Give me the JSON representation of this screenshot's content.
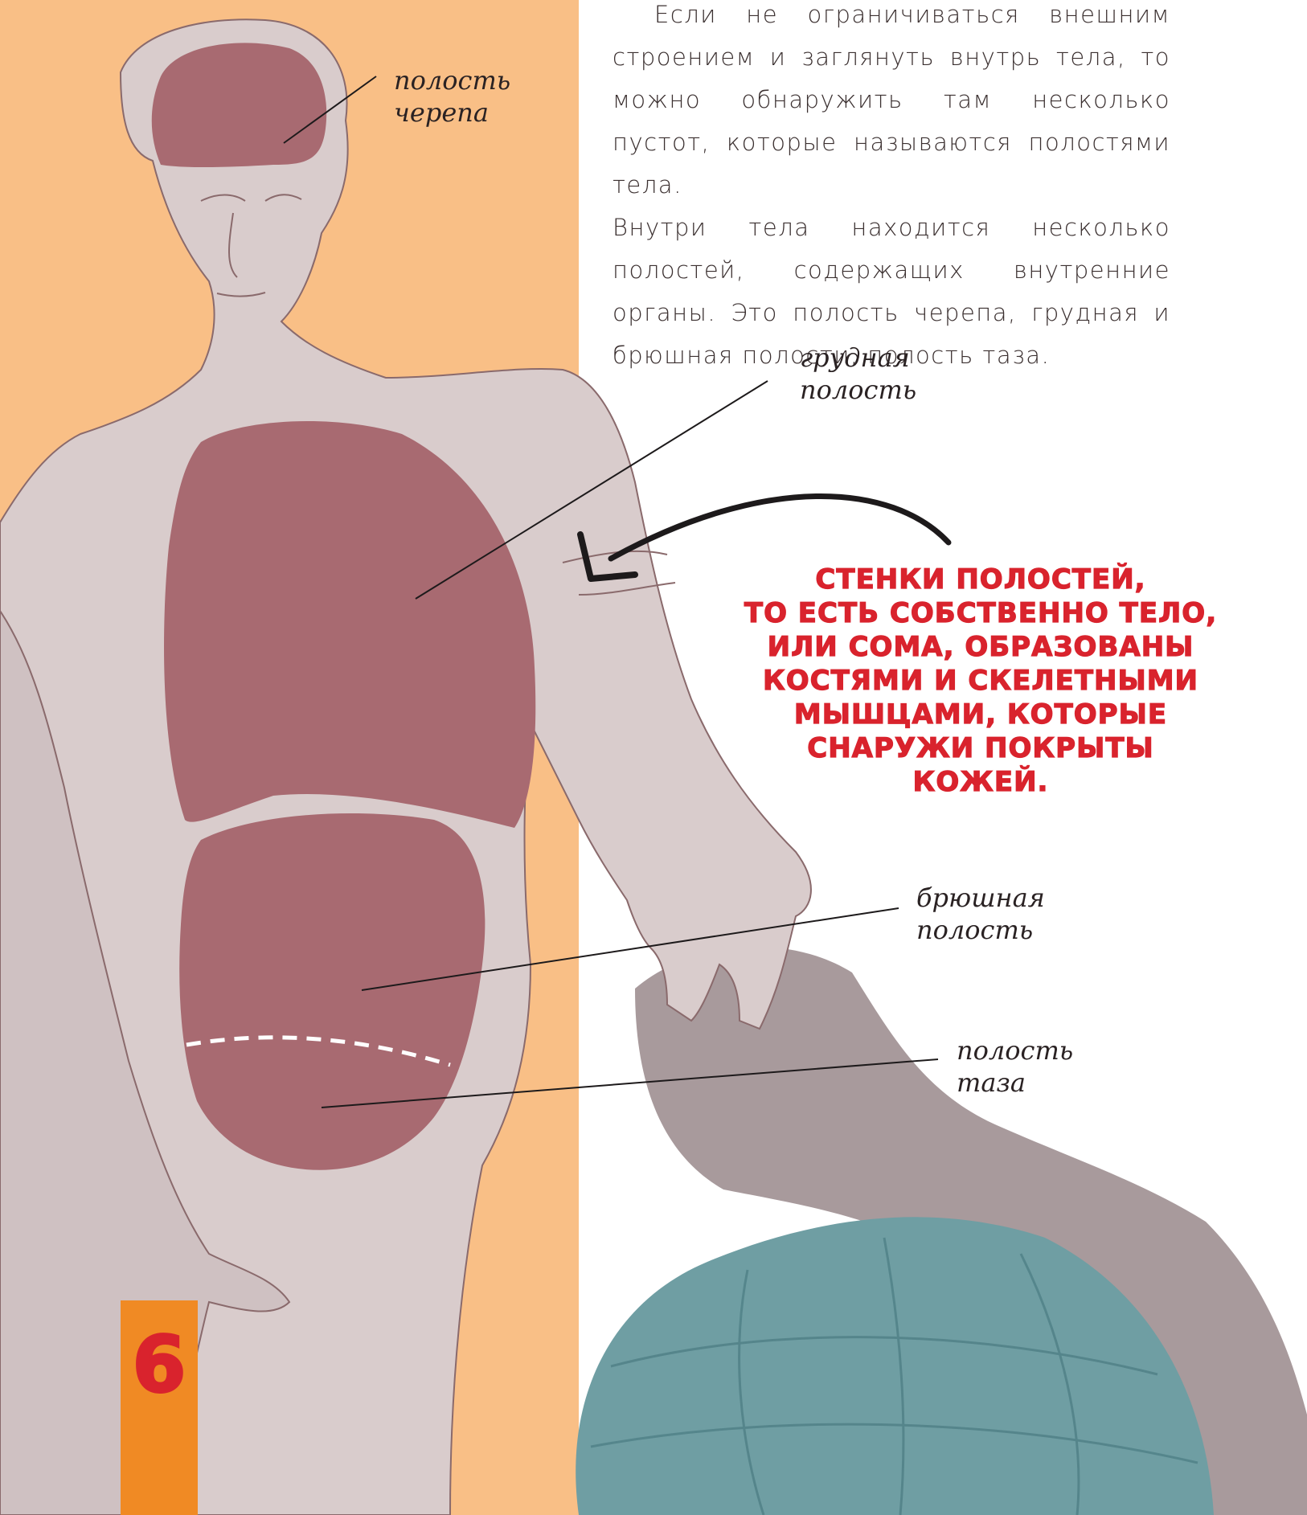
{
  "intro": {
    "paragraph1": "Если не ограничиваться внешним строе­нием и заглянуть внутрь тела, то можно обнаружить там несколько пустот, которые называются полостями тела.",
    "paragraph2": "Внутри тела находится несколько полостей, содержащих внутренние органы. Это полость черепа, грудная и брюшная поло­сти, полость таза."
  },
  "labels": {
    "cranial": {
      "line1": "полость",
      "line2": "черепа"
    },
    "thoracic": {
      "line1": "грудная",
      "line2": "полость"
    },
    "abdominal": {
      "line1": "брюшная",
      "line2": "полость"
    },
    "pelvic": {
      "line1": "полость",
      "line2": "таза"
    }
  },
  "callout": {
    "lines": [
      "СТЕНКИ ПОЛОСТЕЙ,",
      "ТО ЕСТЬ СОБСТВЕННО ТЕЛО,",
      "ИЛИ СОМА, ОБРАЗОВАНЫ",
      "КОСТЯМИ И СКЕЛЕТНЫМИ",
      "МЫШЦАМИ, КОТОРЫЕ",
      "СНАРУЖИ ПОКРЫТЫ",
      "КОЖЕЙ."
    ]
  },
  "page_number": "6",
  "colors": {
    "panel": "#f9bf86",
    "statue": "#d9cccc",
    "cavity": "#a86a71",
    "drapery": "#a89a9c",
    "globe": "#6f9ea3",
    "accent_red": "#d9232d",
    "page_box": "#f08a24"
  }
}
